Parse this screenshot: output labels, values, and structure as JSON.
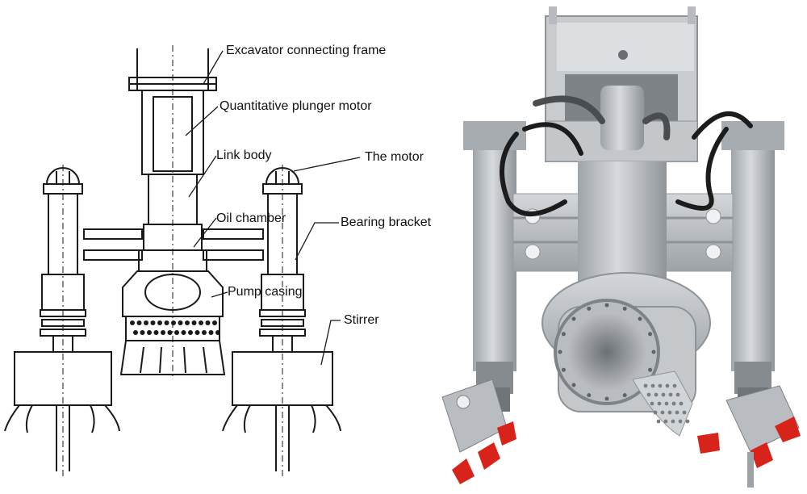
{
  "labels": {
    "excavator_frame": "Excavator connecting frame",
    "plunger_motor": "Quantitative plunger motor",
    "link_body": "Link body",
    "the_motor": "The motor",
    "oil_chamber": "Oil chamber",
    "bearing_bracket": "Bearing bracket",
    "pump_casing": "Pump casing",
    "stirrer": "Stirrer"
  },
  "colors": {
    "line": "#1a1a1a",
    "metal": "#c3c7cb",
    "metal_dark": "#8e9398",
    "hose": "#1c1c1c",
    "teeth": "#d8231b"
  }
}
